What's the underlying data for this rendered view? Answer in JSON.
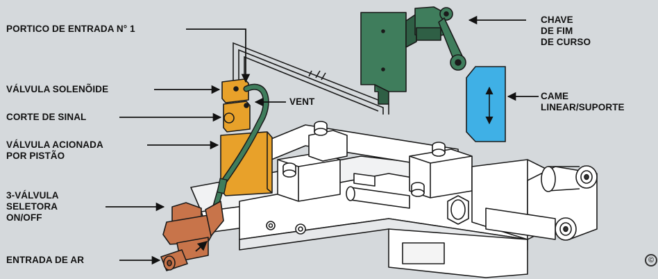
{
  "labels": {
    "portico": "PORTICO DE ENTRADA N° 1",
    "solenoide": "VÁLVULA SOLENÕIDE",
    "corte": "CORTE DE SINAL",
    "acionada_1": "VÁLVULA ACIONADA",
    "acionada_2": "POR PISTÃO",
    "seletora_1": "3-VÁLVULA",
    "seletora_2": "SELETORA",
    "seletora_3": "ON/OFF",
    "entrada_ar": "ENTRADA DE AR",
    "vent": "VENT",
    "chave_1": "CHAVE",
    "chave_2": "DE FIM",
    "chave_3": "DE CURSO",
    "came_1": "CAME",
    "came_2": "LINEAR/SUPORTE"
  },
  "colors": {
    "background": "#d5d9dc",
    "solenoid_orange": "#e8a12a",
    "limit_switch_green": "#3f7d5c",
    "cam_blue": "#3fb0e6",
    "selector_copper": "#c8744a",
    "machine_body": "#ffffff",
    "outline": "#1a1a1a"
  },
  "icons": {
    "badge": "copyright-icon"
  }
}
